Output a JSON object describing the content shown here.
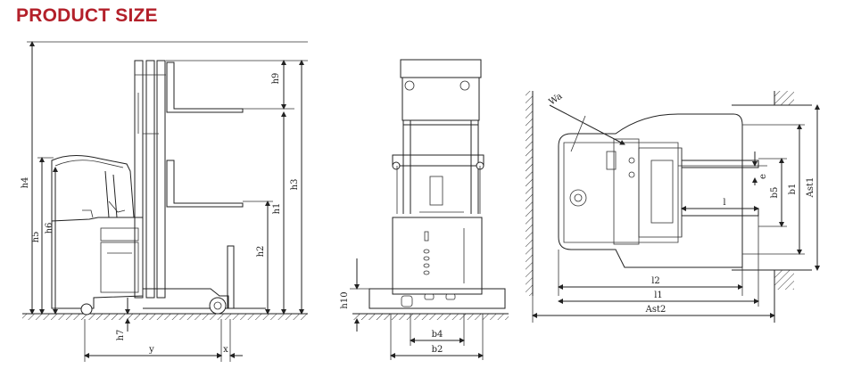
{
  "heading": "PRODUCT SIZE",
  "colors": {
    "heading": "#b3202a",
    "line": "#222222"
  },
  "side_view": {
    "labels": {
      "h4": "h4",
      "h5": "h5",
      "h6": "h6",
      "h9": "h9",
      "h3": "h3",
      "h1": "h1",
      "h2": "h2",
      "h7": "h7",
      "y": "y",
      "x": "x"
    }
  },
  "front_view": {
    "labels": {
      "h10": "h10",
      "b4": "b4",
      "b2": "b2"
    }
  },
  "top_view": {
    "labels": {
      "Wa": "Wa",
      "e": "e",
      "b5": "b5",
      "b1": "b1",
      "Ast1": "Ast1",
      "l": "l",
      "l2": "l2",
      "l1": "l1",
      "Ast2": "Ast2"
    }
  }
}
